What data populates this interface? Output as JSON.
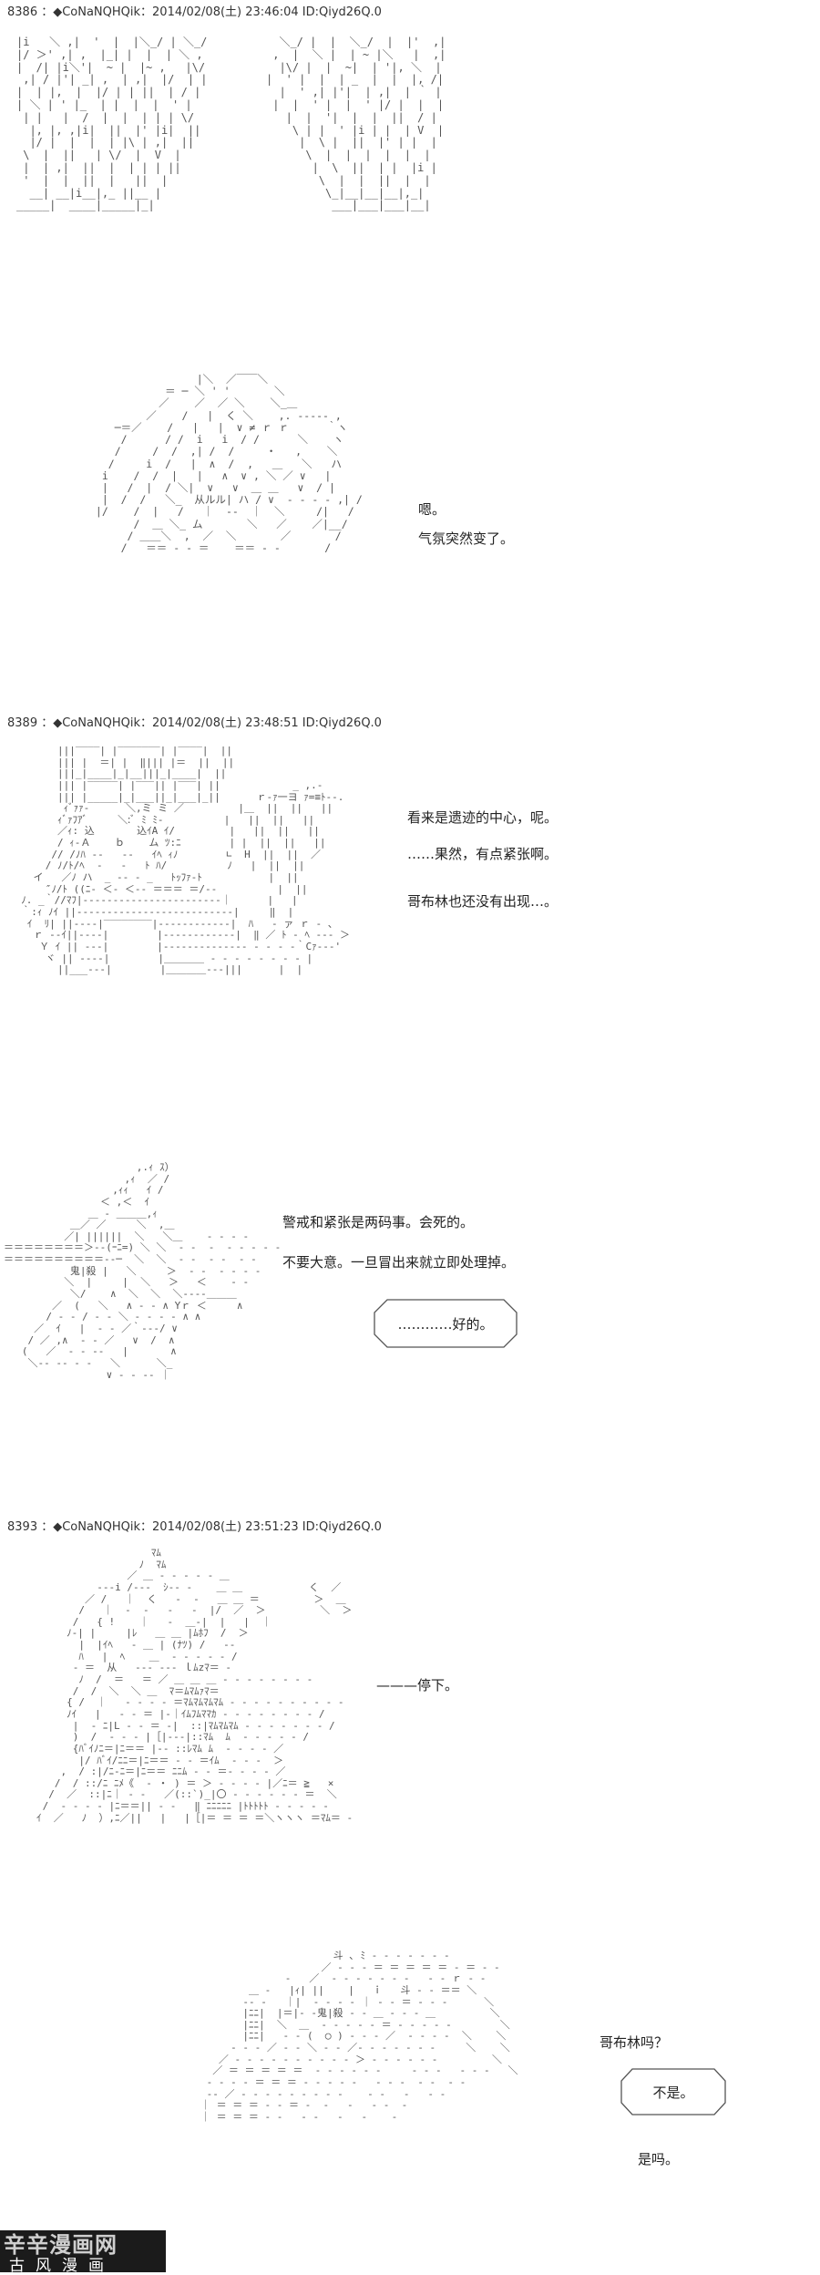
{
  "posts": [
    {
      "header": "8386 ：◆CoNaNQHQik：2014/02/08(土) 23:46:04 ID:Qiyd26Q.0"
    },
    {
      "header": "8389 ：◆CoNaNQHQik：2014/02/08(土) 23:48:51 ID:Qiyd26Q.0"
    },
    {
      "header": "8393 ：◆CoNaNQHQik：2014/02/08(土) 23:51:23 ID:Qiyd26Q.0"
    }
  ],
  "scene1": {
    "lines": [
      "嗯。",
      "气氛突然变了。"
    ]
  },
  "scene2": {
    "lines": [
      "看来是遗迹的中心，呢。",
      "……果然，有点紧张啊。",
      "哥布林也还没有出现…。"
    ]
  },
  "scene3": {
    "lines": [
      "警戒和紧张是两码事。会死的。",
      "不要大意。一旦冒出来就立即处理掉。"
    ],
    "bubble": "…………好的。"
  },
  "scene4": {
    "line": "———停下。"
  },
  "scene5": {
    "question": "哥布林吗？",
    "bubble": "不是。",
    "answer": "是吗。"
  },
  "watermark": {
    "top": "辛辛漫画网",
    "bottom": "古风漫画"
  }
}
